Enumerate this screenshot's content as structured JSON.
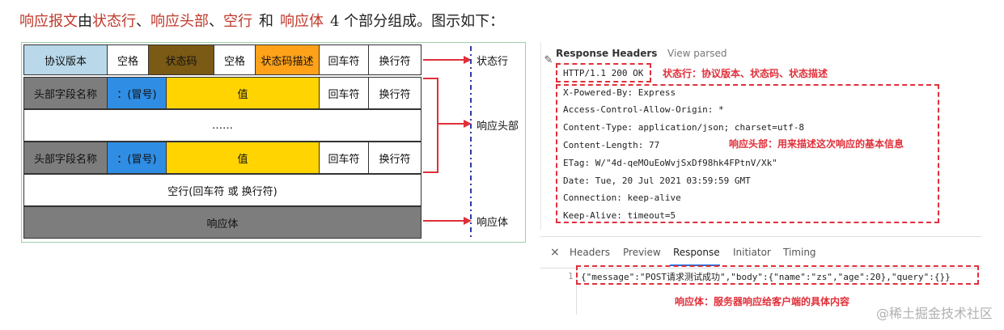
{
  "intro": {
    "part1": "响应报文",
    "part2": "由",
    "part3": "状态行",
    "part4": "、",
    "part5": "响应头部",
    "part6": "、",
    "part7": "空行",
    "part8": "和",
    "part9": "响应体",
    "part10": "4 个部分组成。图示如下："
  },
  "diagram": {
    "row1": [
      "协议版本",
      "空格",
      "状态码",
      "空格",
      "状态码描述",
      "回车符",
      "换行符"
    ],
    "row2": [
      "头部字段名称",
      "：(冒号)",
      "值",
      "回车符",
      "换行符"
    ],
    "ellipsis": "……",
    "row4": [
      "头部字段名称",
      "：(冒号)",
      "值",
      "回车符",
      "换行符"
    ],
    "empty_line": "空行(回车符 或 换行符)",
    "body": "响应体",
    "label_status": "状态行",
    "label_headers": "响应头部",
    "label_body": "响应体"
  },
  "devtools": {
    "title": "Response Headers",
    "view_parsed": "View parsed",
    "status_line": "HTTP/1.1 200 OK",
    "status_anno": "状态行：协议版本、状态码、状态描述",
    "headers": [
      "X-Powered-By: Express",
      "Access-Control-Allow-Origin: *",
      "Content-Type: application/json; charset=utf-8",
      "Content-Length: 77",
      "ETag: W/\"4d-qeMOuEoWvjSxDf98hk4FPtnV/Xk\"",
      "Date: Tue, 20 Jul 2021 03:59:59 GMT",
      "Connection: keep-alive",
      "Keep-Alive: timeout=5"
    ],
    "headers_anno": "响应头部：用来描述这次响应的基本信息"
  },
  "response": {
    "close": "×",
    "tabs": [
      "Headers",
      "Preview",
      "Response",
      "Initiator",
      "Timing"
    ],
    "line_no": "1",
    "body_line": "{\"message\":\"POST请求测试成功\",\"body\":{\"name\":\"zs\",\"age\":20},\"query\":{}}",
    "body_anno": "响应体：服务器响应给客户端的具体内容"
  },
  "watermark": "@稀土掘金技术社区",
  "colors": {
    "red": "#e0303a",
    "blue": "#1a73e8"
  }
}
